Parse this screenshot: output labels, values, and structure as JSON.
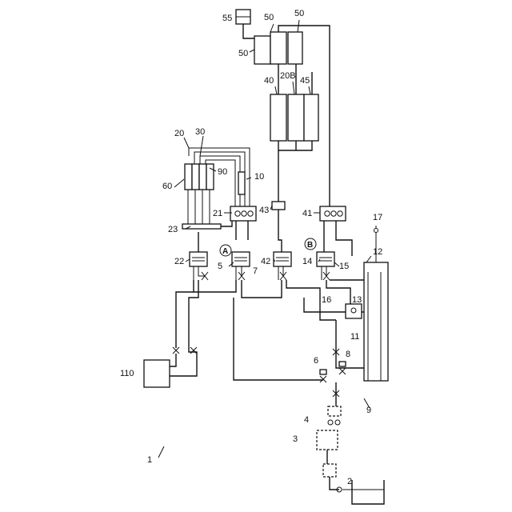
{
  "labels": {
    "l1": "1",
    "l2": "2",
    "l3": "3",
    "l4": "4",
    "l5": "5",
    "l6": "6",
    "l7": "7",
    "l8": "8",
    "l9": "9",
    "l10": "10",
    "l11": "11",
    "l12": "12",
    "l13": "13",
    "l14": "14",
    "l15": "15",
    "l16": "16",
    "l17": "17",
    "l20": "20",
    "l20B": "20B",
    "l21": "21",
    "l22": "22",
    "l23": "23",
    "l30": "30",
    "l40": "40",
    "l41": "41",
    "l42": "42",
    "l43": "43",
    "l45": "45",
    "l50a": "50",
    "l50b": "50",
    "l50c": "50",
    "l55": "55",
    "l60": "60",
    "l90": "90",
    "l110": "110",
    "markA": "A",
    "markB": "B"
  }
}
